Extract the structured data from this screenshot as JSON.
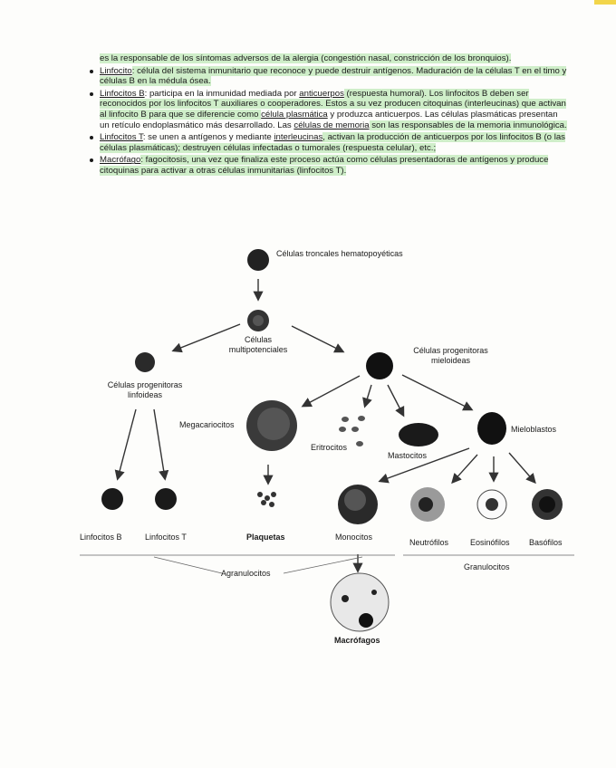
{
  "paragraph_intro": "es la responsable de los síntomas adversos de la alergia (congestión nasal, constricción de los bronquios).",
  "bullets": [
    {
      "term": "Linfocito",
      "rest": ": célula del sistema inmunitario que reconoce y puede destruir antígenos. Maduración de la células T en el timo y células B en la médula ósea."
    },
    {
      "term": "Linfocitos B",
      "rest_a": ": participa en la inmunidad mediada por ",
      "link": "anticuerpos",
      "rest_b": " (respuesta humoral). Los linfocitos B deben ser reconocidos por los linfocitos T auxiliares o cooperadores. Estos a su vez producen citoquinas (interleucinas) que activan al linfocito B para que se diferencie como ",
      "link2": "célula plasmática",
      "rest_c": " y produzca anticuerpos. Las células plasmáticas presentan un retículo endoplasmático más desarrollado. Las ",
      "link3": "células de memoria",
      "rest_d": " son las responsables de la memoria inmunológica."
    },
    {
      "term": "Linfocitos T",
      "rest_a": ": se unen a antígenos y mediante ",
      "link": "interleucinas",
      "rest_b": ", activan la producción de anticuerpos por los linfocitos B (o las células plasmáticas); destruyen células infectadas o tumorales (respuesta celular), etc.;"
    },
    {
      "term": "Macrófago",
      "rest": ": fagocitosis, una vez que finaliza este proceso actúa como células presentadoras de antígenos y produce citoquinas para activar a otras células inmunitarias (linfocitos T)."
    }
  ],
  "diagram": {
    "stem": "Células troncales hematopoyéticas",
    "multi": "Células multipotenciales",
    "lymph_prog": "Células progenitoras linfoideas",
    "myelo_prog": "Células progenitoras mieloideas",
    "megacariocitos": "Megacariocitos",
    "eritrocitos": "Eritrocitos",
    "mastocitos": "Mastocitos",
    "mieloblastos": "Mieloblastos",
    "linfocitos_b": "Linfocitos B",
    "linfocitos_t": "Linfocitos T",
    "plaquetas": "Plaquetas",
    "monocitos": "Monocitos",
    "neutrofilos": "Neutrófilos",
    "eosinofilos": "Eosinófilos",
    "basofilos": "Basófilos",
    "agranulocitos": "Agranulocitos",
    "granulocitos": "Granulocitos",
    "macrofagos": "Macrófagos"
  }
}
